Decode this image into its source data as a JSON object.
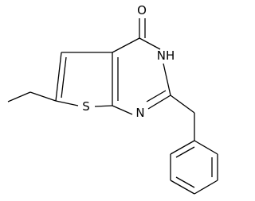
{
  "molecule": {
    "atoms": {
      "oxygen": "O",
      "sulfur": "S",
      "nitrogen_nh": "NH",
      "nitrogen": "N"
    }
  }
}
